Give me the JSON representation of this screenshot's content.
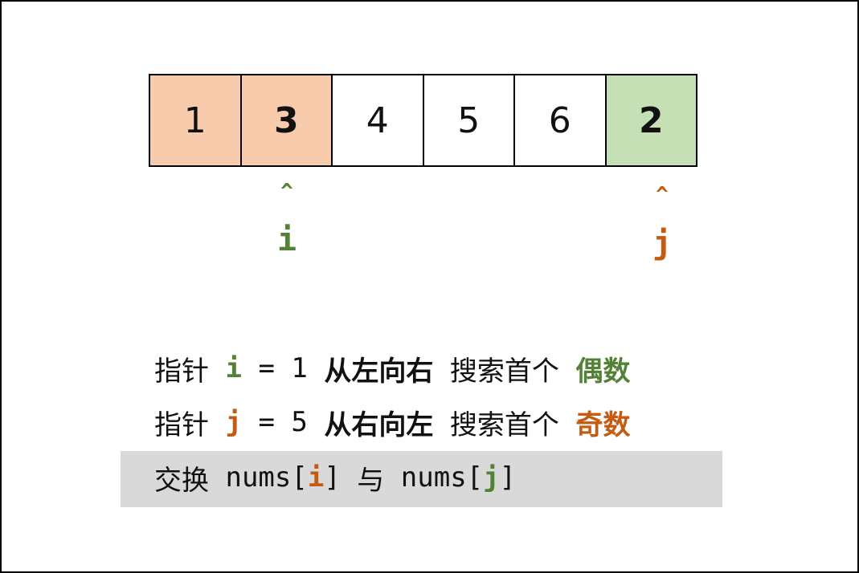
{
  "colors": {
    "green": "#538135",
    "orange": "#c55a11",
    "cell_orange": "#f8cbad",
    "cell_green": "#c5e0b4",
    "cell_white": "#ffffff",
    "highlight": "#d9d9d9"
  },
  "array": {
    "cells": [
      {
        "value": "1",
        "fill": "#f8cbad",
        "bold": false
      },
      {
        "value": "3",
        "fill": "#f8cbad",
        "bold": true
      },
      {
        "value": "4",
        "fill": "#ffffff",
        "bold": false
      },
      {
        "value": "5",
        "fill": "#ffffff",
        "bold": false
      },
      {
        "value": "6",
        "fill": "#ffffff",
        "bold": false
      },
      {
        "value": "2",
        "fill": "#c5e0b4",
        "bold": true
      }
    ]
  },
  "pointers": {
    "i": {
      "caret": "^",
      "label": "i",
      "color": "#538135"
    },
    "j": {
      "caret": "^",
      "label": "j",
      "color": "#c55a11"
    }
  },
  "lines": {
    "line1": {
      "prefix": "指针",
      "var": "i",
      "eq": "=",
      "num": "1",
      "dir": "从左向右",
      "action": "搜索首个",
      "target": "偶数"
    },
    "line2": {
      "prefix": "指针",
      "var": "j",
      "eq": "=",
      "num": "5",
      "dir": "从右向左",
      "action": "搜索首个",
      "target": "奇数"
    },
    "line3": {
      "prefix": "交换",
      "nums_a": "nums[",
      "var_a": "i",
      "close_a": "]",
      "mid": "与",
      "nums_b": "nums[",
      "var_b": "j",
      "close_b": "]"
    }
  }
}
